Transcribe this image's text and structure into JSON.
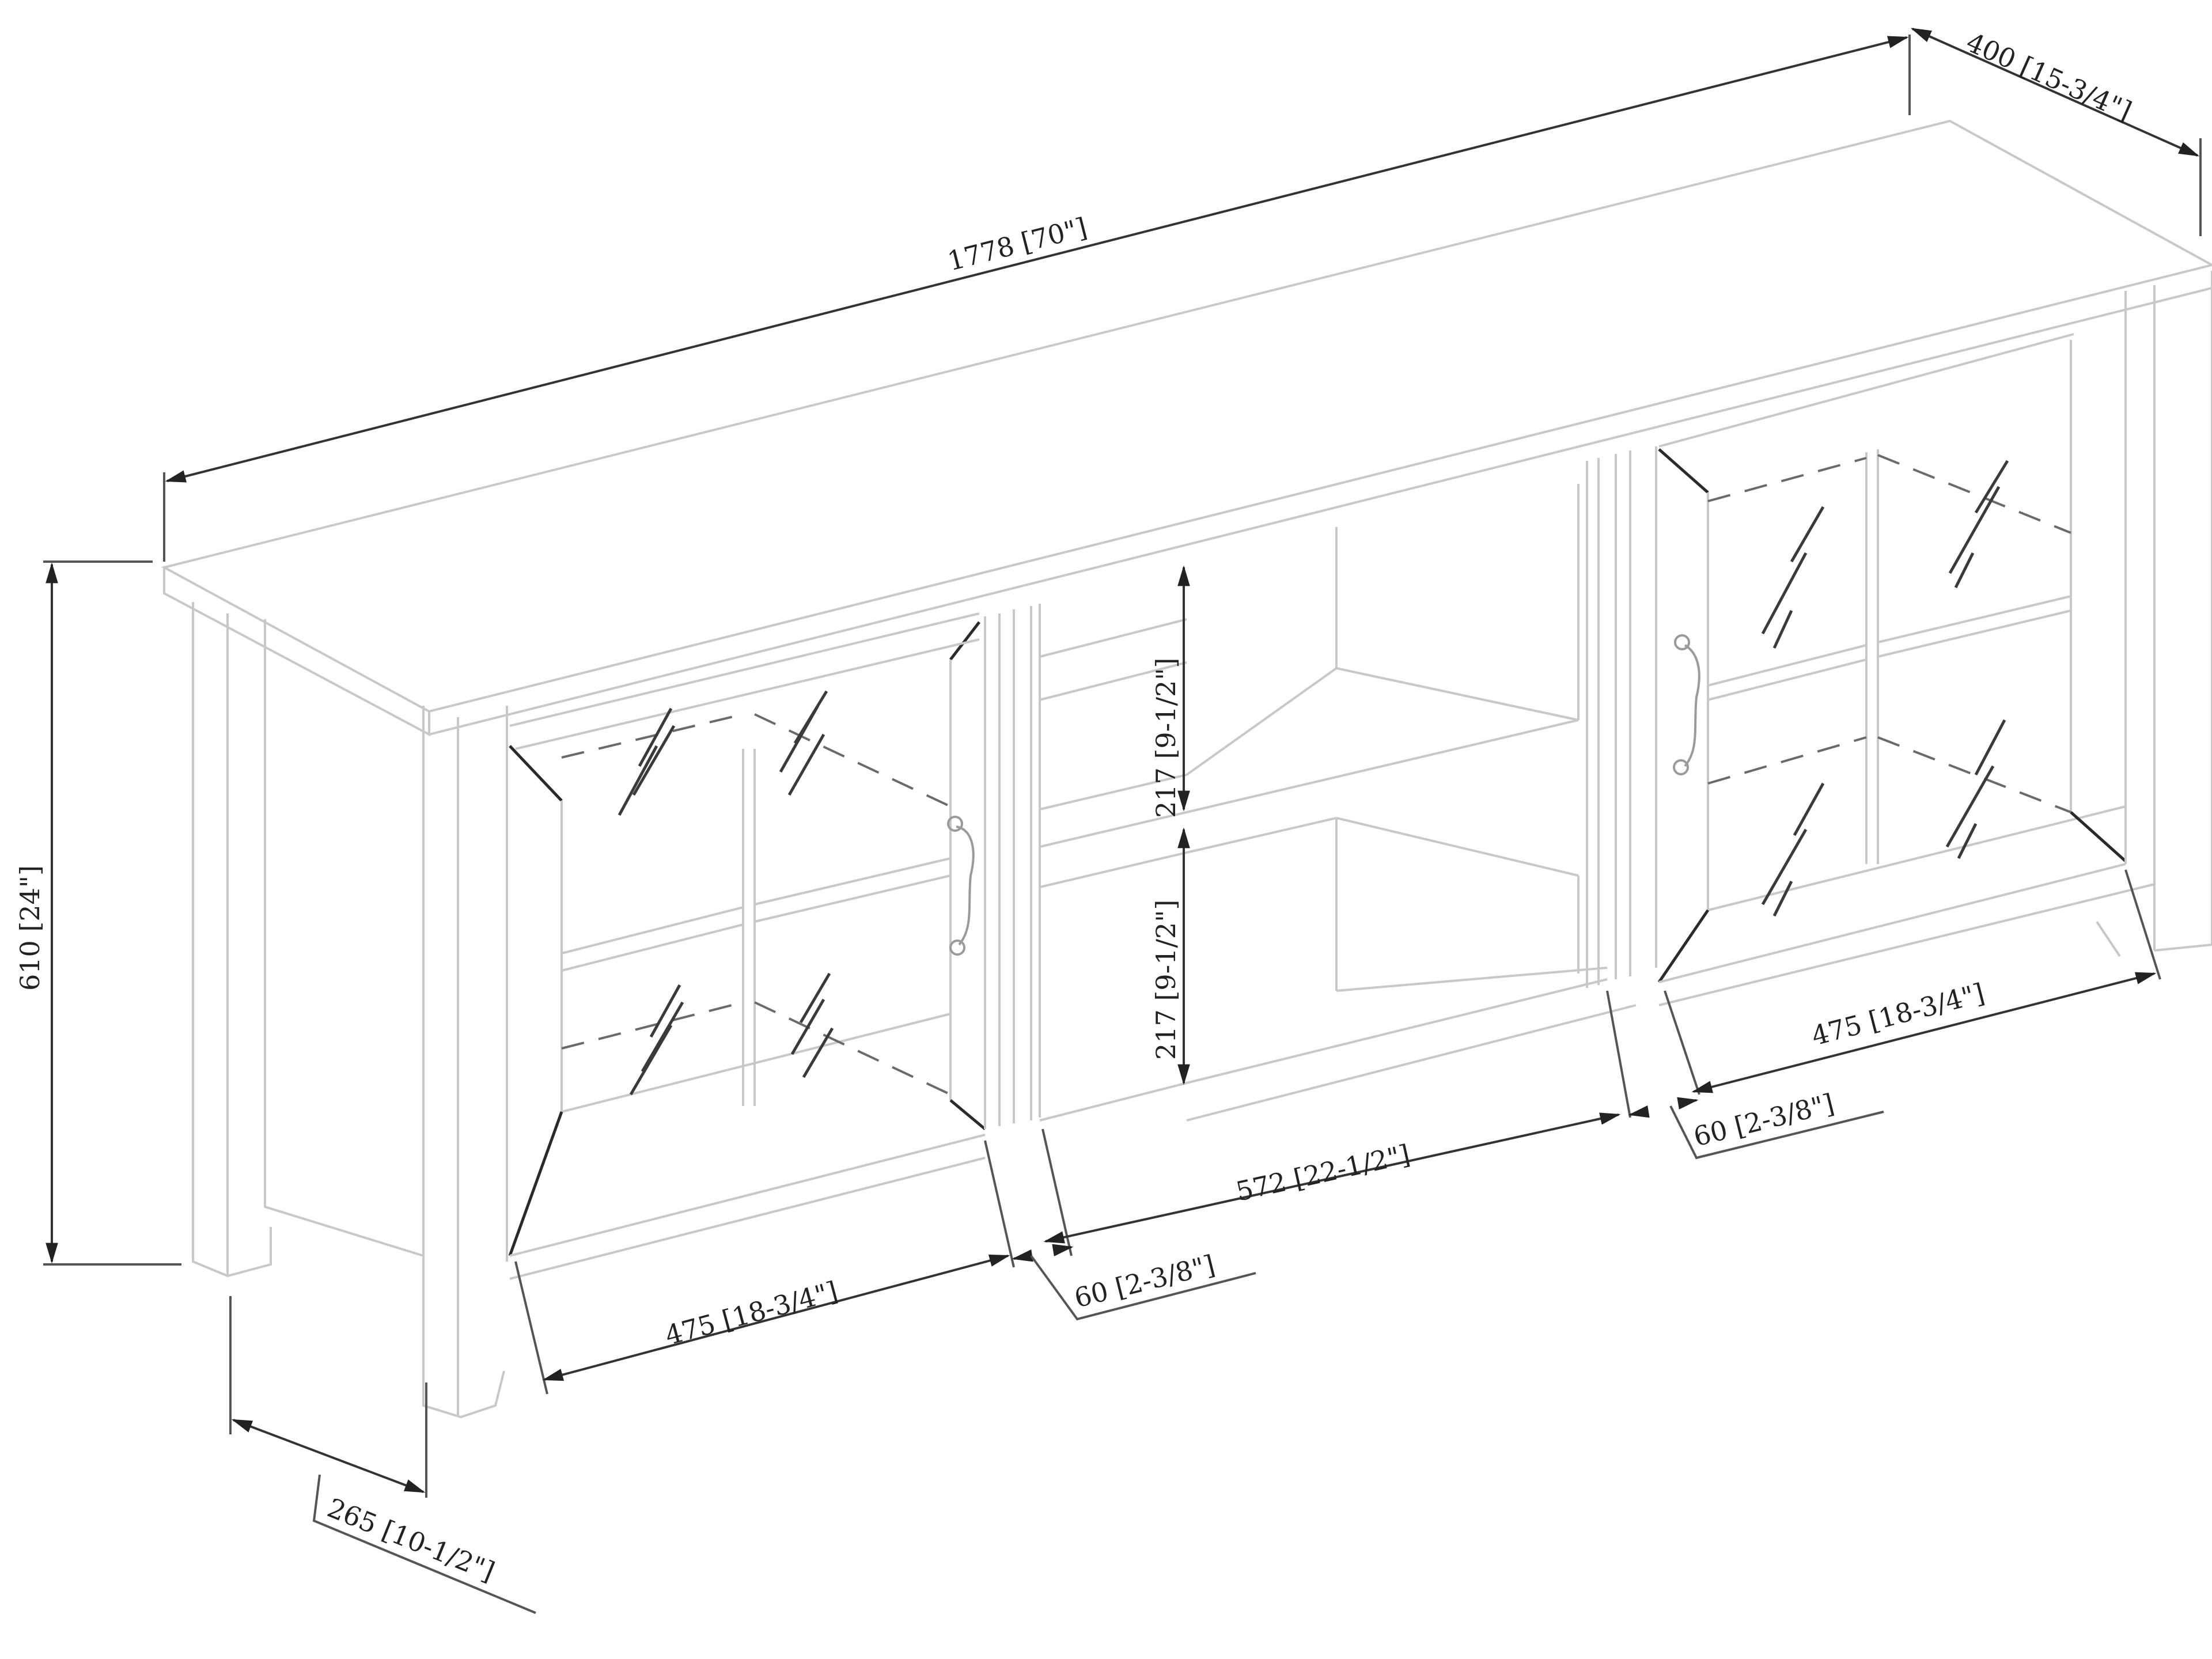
{
  "diagram": {
    "subject": "TV stand with two glass-panel doors and open center shelving",
    "colors": {
      "line": "#c8c8c8",
      "dark_line": "#2a2a2a",
      "dimension": "#333333",
      "background": "#ffffff"
    },
    "dimensions": {
      "overall_width": "1778 [70\"]",
      "overall_depth": "400 [15-3/4\"]",
      "overall_height": "610 [24\"]",
      "upper_shelf_height": "217 [9-1/2\"]",
      "lower_shelf_height": "217 [9-1/2\"]",
      "center_opening_width": "572 [22-1/2\"]",
      "left_door_width": "475 [18-3/4\"]",
      "right_door_width": "475 [18-3/4\"]",
      "left_divider_width": "60 [2-3/8\"]",
      "right_divider_width": "60 [2-3/8\"]",
      "leg_depth": "265 [10-1/2\"]"
    }
  }
}
